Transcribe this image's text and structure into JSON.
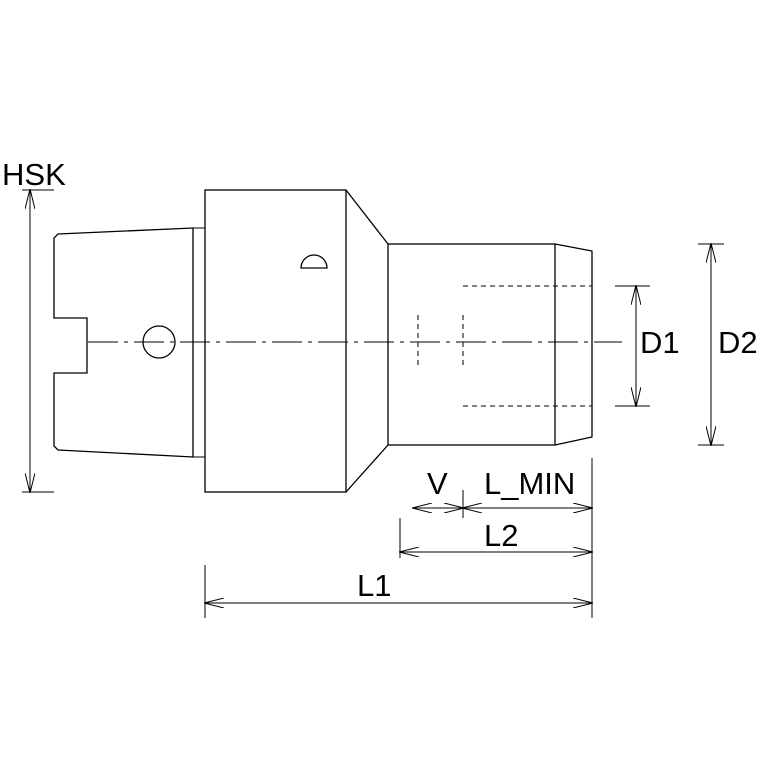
{
  "labels": {
    "hsk": "HSK",
    "d1": "D1",
    "d2": "D2",
    "v": "V",
    "l_min": "L_MIN",
    "l2": "L2",
    "l1": "L1"
  },
  "colors": {
    "line": "#000000",
    "background": "#ffffff"
  }
}
